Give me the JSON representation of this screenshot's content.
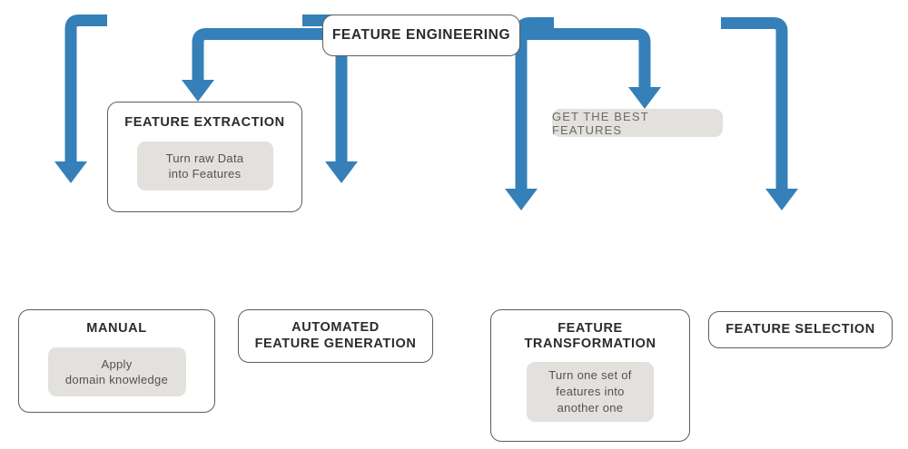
{
  "diagram": {
    "title_text": "FEATURE ENGINEERING",
    "accent_color": "#3580b8",
    "box_border_color": "#5d5d5d",
    "note_bg_color": "#e3e1dd",
    "background_color": "#ffffff",
    "nodes": {
      "root": {
        "label": "FEATURE ENGINEERING"
      },
      "feature_extraction": {
        "label": "FEATURE EXTRACTION",
        "note": "Turn raw Data\ninto Features"
      },
      "get_best_features": {
        "label": "GET THE BEST FEATURES"
      },
      "manual": {
        "label": "MANUAL",
        "note": "Apply\ndomain knowledge"
      },
      "automated_feature_generation": {
        "label": "AUTOMATED\nFEATURE GENERATION"
      },
      "feature_transformation": {
        "label": "FEATURE\nTRANSFORMATION",
        "note": "Turn one set of\nfeatures into\nanother one"
      },
      "feature_selection": {
        "label": "FEATURE SELECTION"
      }
    },
    "edges": [
      {
        "from": "root",
        "to": "feature_extraction"
      },
      {
        "from": "root",
        "to": "get_best_features"
      },
      {
        "from": "feature_extraction",
        "to": "manual"
      },
      {
        "from": "feature_extraction",
        "to": "automated_feature_generation"
      },
      {
        "from": "get_best_features",
        "to": "feature_transformation"
      },
      {
        "from": "get_best_features",
        "to": "feature_selection"
      }
    ]
  }
}
